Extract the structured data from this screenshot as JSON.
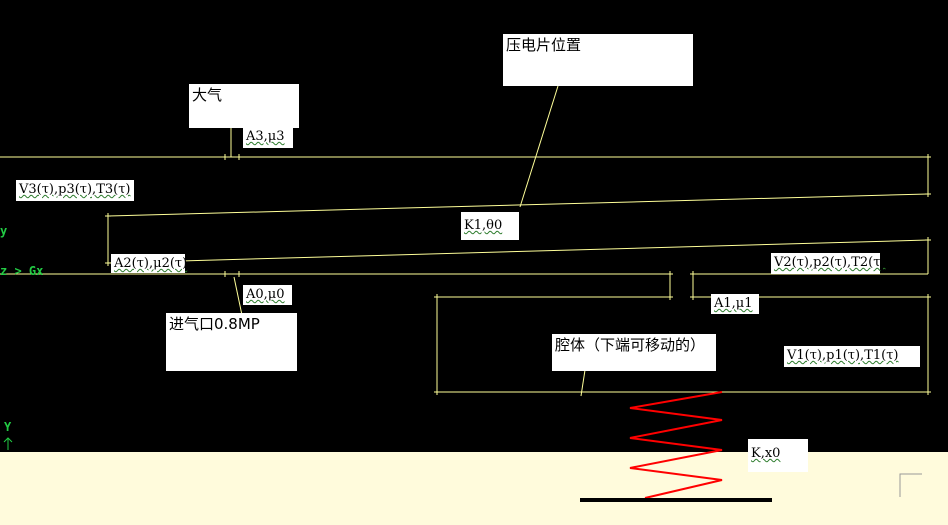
{
  "labels": {
    "atmosphere": "大气",
    "piezo_position": "压电片位置",
    "inlet": "进气口0.8MP",
    "cavity": "腔体（下端可移动的）",
    "a3_mu3": "A3,μ3",
    "v3_group": "V3(τ),p3(τ),T3(τ)",
    "k1_theta0": "K1,θ0",
    "a2_mu2": "A2(τ),μ2(τ)",
    "v2_group": "V2(τ),p2(τ),T2(τ)",
    "a0_mu0": "A0,μ0",
    "a1_mu1": "A1,μ1",
    "v1_group": "V1(τ),p1(τ),T1(τ)",
    "k_x0": "K,x0"
  },
  "axis": {
    "y_left": "y",
    "z_gx": "z > Gx",
    "y_bottom": "Y"
  },
  "colors": {
    "background": "#000000",
    "lines": "#ffff99",
    "spring": "#ff0000",
    "ground": "#fffbdc",
    "axis": "#22cc44"
  }
}
